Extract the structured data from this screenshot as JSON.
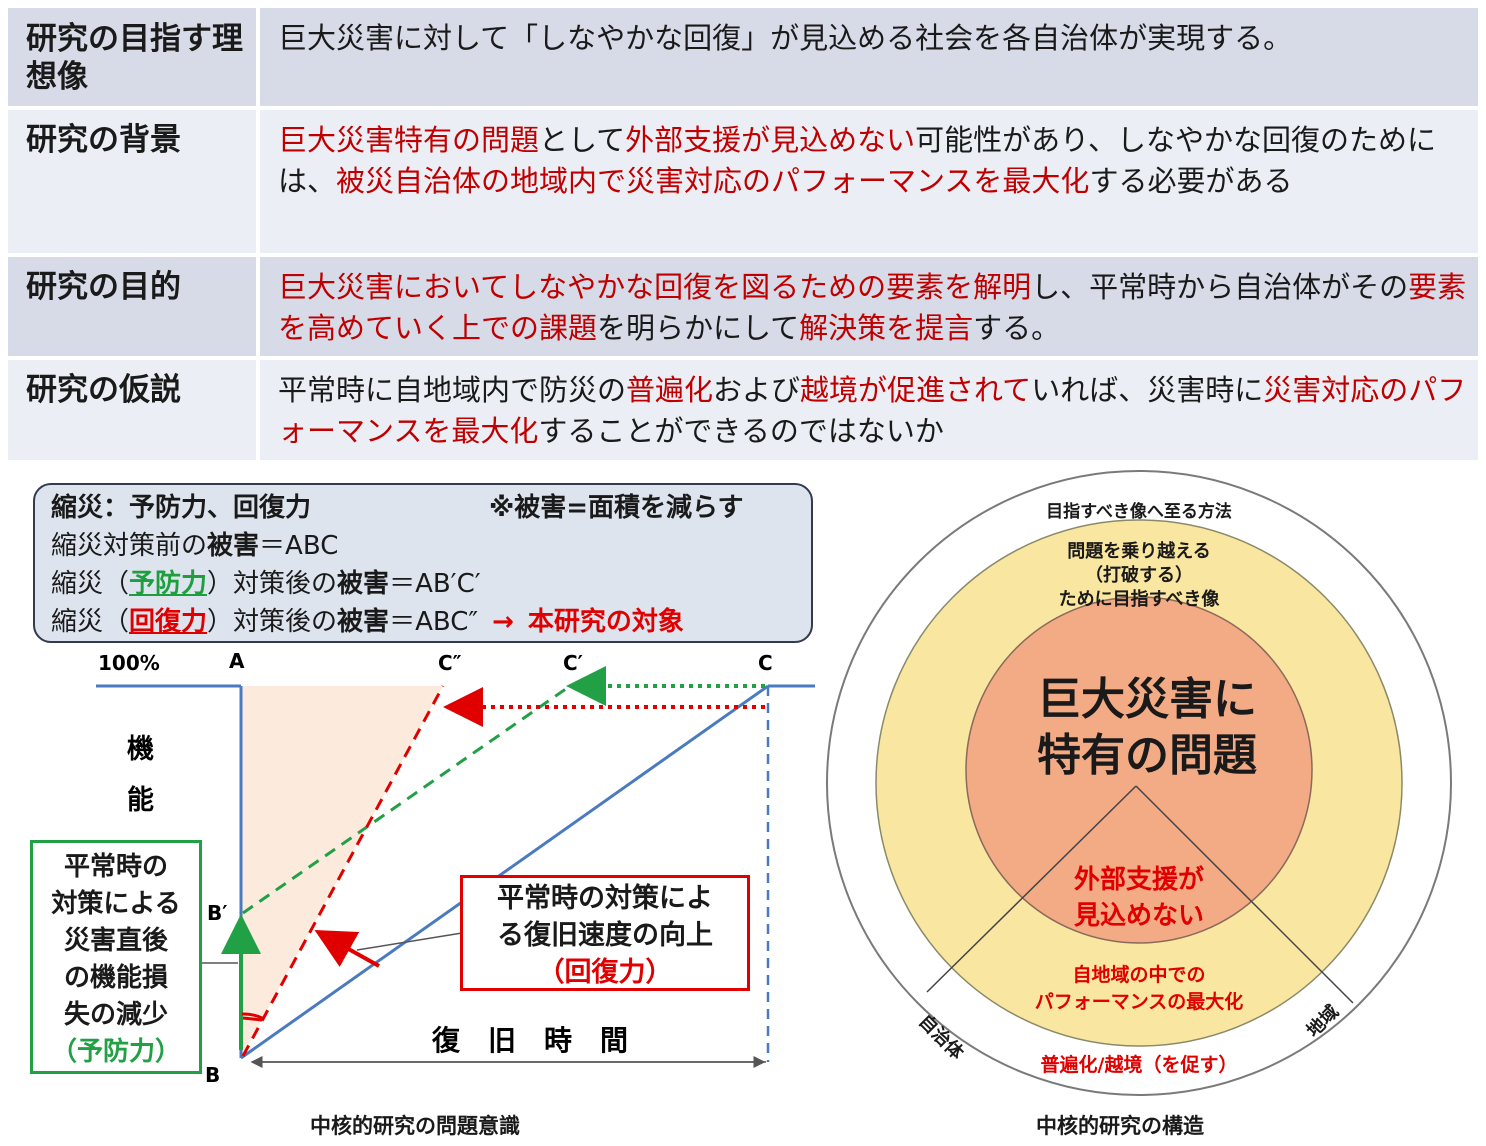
{
  "rows": [
    {
      "label": "研究の目指す理想像",
      "segments": [
        {
          "t": "巨大災害に対して「しなやかな回復」が見込める社会を各自治体が実現する。",
          "red": false
        }
      ]
    },
    {
      "label": "研究の背景",
      "segments": [
        {
          "t": "巨大災害特有の問題",
          "red": true
        },
        {
          "t": "として",
          "red": false
        },
        {
          "t": "外部支援が見込めない",
          "red": true
        },
        {
          "t": "可能性があり、しなやかな回復のためには、",
          "red": false
        },
        {
          "t": "被災自治体の地域内で災害対応のパフォーマンスを最大化",
          "red": true
        },
        {
          "t": "する必要がある",
          "red": false
        }
      ]
    },
    {
      "label": "研究の目的",
      "segments": [
        {
          "t": "巨大災害においてしなやかな回復を図るための要素を解明",
          "red": true
        },
        {
          "t": "し、平常時から自治体がその",
          "red": false
        },
        {
          "t": "要素を高めていく上での課題",
          "red": true
        },
        {
          "t": "を明らかにして",
          "red": false
        },
        {
          "t": "解決策を提言",
          "red": true
        },
        {
          "t": "する。",
          "red": false
        }
      ]
    },
    {
      "label": "研究の仮説",
      "segments": [
        {
          "t": "平常時に自地域内で防災の",
          "red": false
        },
        {
          "t": "普遍化",
          "red": true
        },
        {
          "t": "および",
          "red": false
        },
        {
          "t": "越境が促進されて",
          "red": true
        },
        {
          "t": "いれば、災害時に",
          "red": false
        },
        {
          "t": "災害対応のパフォーマンスを最大化",
          "red": true
        },
        {
          "t": "することができるのではないか",
          "red": false
        }
      ]
    }
  ],
  "legend": {
    "line1_a": "縮災：予防力、回復力",
    "line1_b": "※被害=面積を減らす",
    "line2_a": "縮災対策前の",
    "line2_b": "被害",
    "line2_c": "＝ABC",
    "line3_a": "縮災（",
    "line3_b": "予防力",
    "line3_c": "）対策後の",
    "line3_d": "被害",
    "line3_e": "＝AB′C′",
    "line4_a": "縮災（",
    "line4_b": "回復力",
    "line4_c": "）対策後の",
    "line4_d": "被害",
    "line4_e": "＝ABC″",
    "line4_arrow": "→",
    "line4_target": "本研究の対象"
  },
  "graph": {
    "label_100": "100%",
    "label_A": "A",
    "label_Cdd": "C″",
    "label_Cd": "C′",
    "label_C": "C",
    "label_Bd": "B′",
    "label_B": "B",
    "ylabel_1": "機",
    "ylabel_2": "能",
    "xlabel": "復　旧　時　間",
    "prevent_lines": [
      "平常時の",
      "対策による",
      "災害直後",
      "の機能損",
      "失の減少"
    ],
    "prevent_tag": "（予防力）",
    "recov_lines": [
      "平常時の対策によ",
      "る復旧速度の向上"
    ],
    "recov_tag": "（回復力）",
    "caption": "中核的研究の問題意識"
  },
  "circle": {
    "outer_label": "目指すべき像へ至る方法",
    "middle_label_1": "問題を乗り越える",
    "middle_label_2": "（打破する）",
    "middle_label_3": "ために目指すべき像",
    "core_1": "巨大災害に",
    "core_2": "特有の問題",
    "core_sub_1": "外部支援が",
    "core_sub_2": "見込めない",
    "perf_1": "自地域の中での",
    "perf_2": "パフォーマンスの最大化",
    "jichitai": "自治体",
    "chiiki": "地域",
    "method": "普遍化/越境（を促す）",
    "caption": "中核的研究の構造"
  },
  "colors": {
    "red": "#c00000",
    "green": "#22a045",
    "blue": "#4a7ac0",
    "outer_yellow": "#f9e6a0",
    "core": "#f3ab86"
  }
}
